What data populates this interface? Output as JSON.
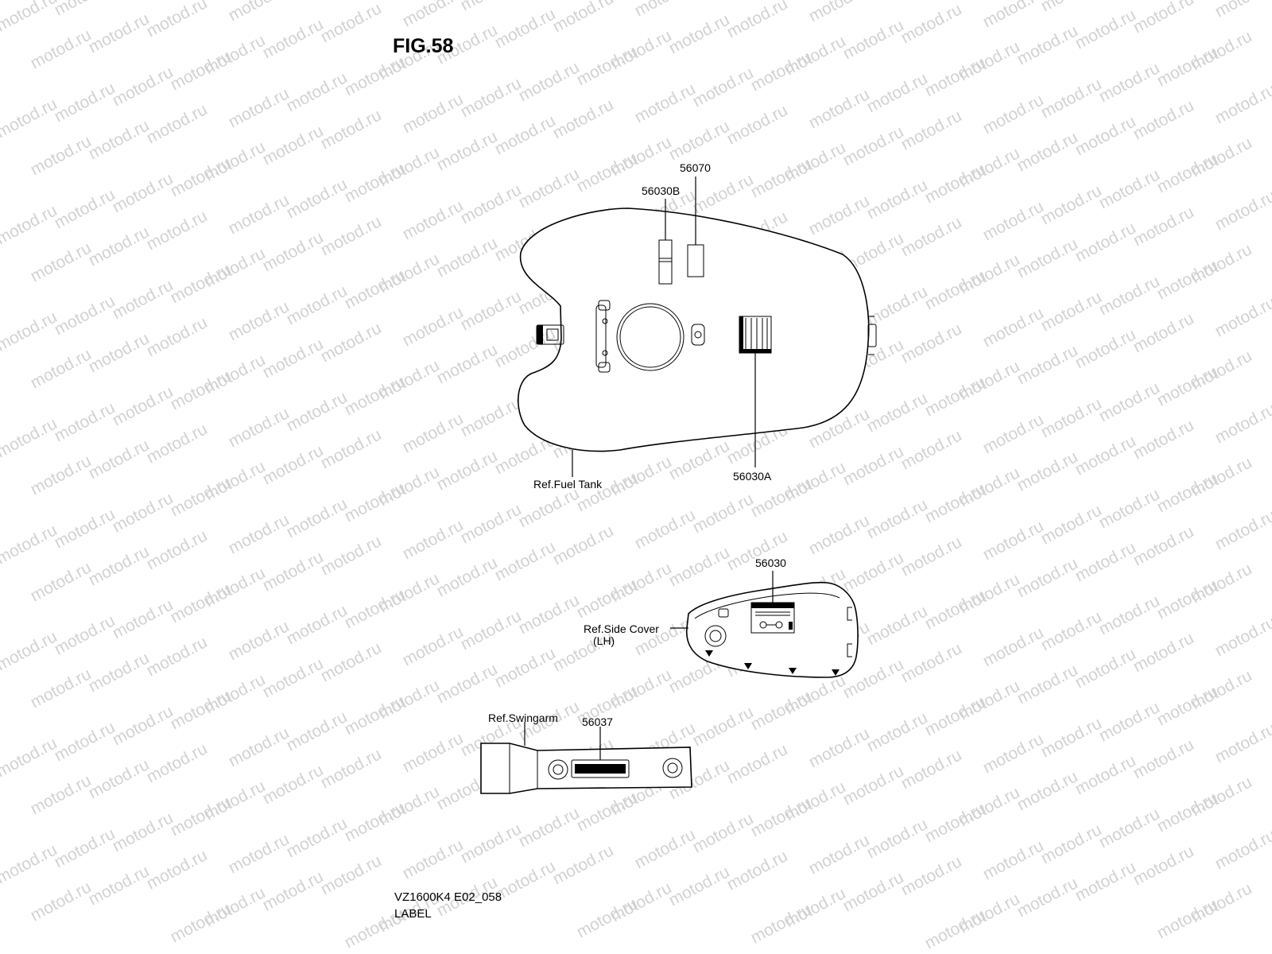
{
  "watermark": "motod.ru",
  "figure_title": "FIG.58",
  "labels": {
    "p56070": "56070",
    "p56030b": "56030B",
    "p56030a": "56030A",
    "ref_fuel_tank": "Ref.Fuel Tank",
    "p56030": "56030",
    "ref_side_cover": "Ref.Side Cover",
    "ref_side_cover_side": "(LH)",
    "ref_swingarm": "Ref.Swingarm",
    "p56037": "56037"
  },
  "footer": {
    "code": "VZ1600K4 E02_058",
    "title": "LABEL"
  }
}
